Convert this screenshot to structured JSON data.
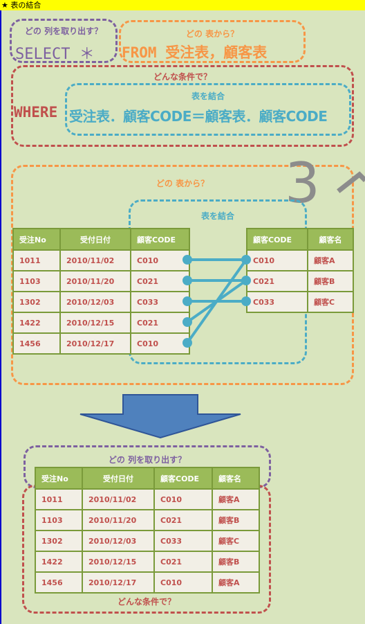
{
  "window": {
    "title": "★ 表の結合"
  },
  "sql": {
    "select_caption": "どの 列を取り出す？",
    "select_text": "SELECT ＊",
    "from_caption": "どの 表から？",
    "from_text": "FROM 受注表，顧客表",
    "where_caption": "どんな条件で？",
    "where_keyword": "WHERE",
    "join_caption": "表を結合",
    "join_text": "受注表．顧客CODE＝顧客表．顧客CODE"
  },
  "join_diagram": {
    "from_caption": "どの 表から？",
    "join_caption": "表を結合",
    "step_number": "3",
    "orders": {
      "headers": [
        "受注No",
        "受付日付",
        "顧客CODE"
      ],
      "rows": [
        [
          "1011",
          "2010/11/02",
          "C010"
        ],
        [
          "1103",
          "2010/11/20",
          "C021"
        ],
        [
          "1302",
          "2010/12/03",
          "C033"
        ],
        [
          "1422",
          "2010/12/15",
          "C021"
        ],
        [
          "1456",
          "2010/12/17",
          "C010"
        ]
      ]
    },
    "customers": {
      "headers": [
        "顧客CODE",
        "顧客名"
      ],
      "rows": [
        [
          "C010",
          "顧客A"
        ],
        [
          "C021",
          "顧客B"
        ],
        [
          "C033",
          "顧客C"
        ]
      ]
    },
    "links": [
      {
        "order_row": 0,
        "customer_row": 0
      },
      {
        "order_row": 1,
        "customer_row": 1
      },
      {
        "order_row": 2,
        "customer_row": 2
      },
      {
        "order_row": 3,
        "customer_row": 1
      },
      {
        "order_row": 4,
        "customer_row": 0
      }
    ],
    "colors": {
      "link": "#4bacc6",
      "arrow_fill": "#4f81bd",
      "arrow_stroke": "#2f5597"
    }
  },
  "result": {
    "select_caption": "どの 列を取り出す？",
    "where_caption": "どんな条件で？",
    "headers": [
      "受注No",
      "受付日付",
      "顧客CODE",
      "顧客名"
    ],
    "rows": [
      [
        "1011",
        "2010/11/02",
        "C010",
        "顧客A"
      ],
      [
        "1103",
        "2010/11/20",
        "C021",
        "顧客B"
      ],
      [
        "1302",
        "2010/12/03",
        "C033",
        "顧客C"
      ],
      [
        "1422",
        "2010/12/15",
        "C021",
        "顧客B"
      ],
      [
        "1456",
        "2010/12/17",
        "C010",
        "顧客A"
      ]
    ]
  }
}
